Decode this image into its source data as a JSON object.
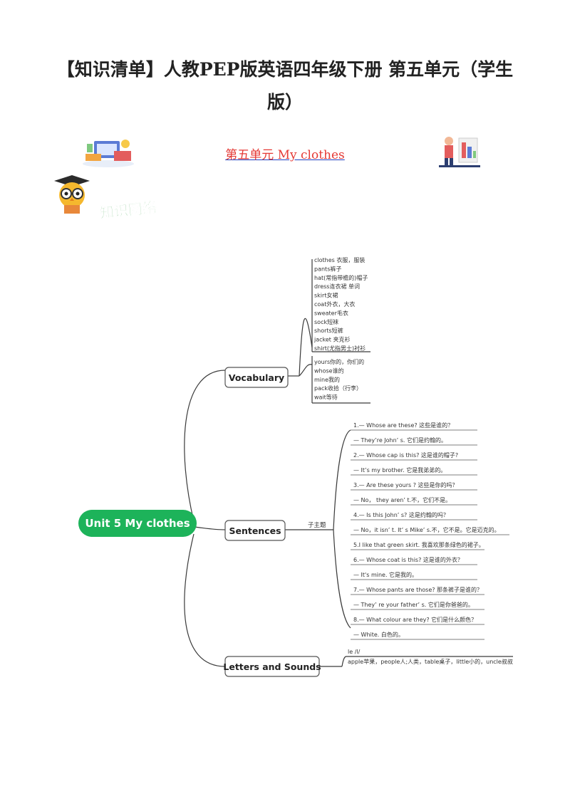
{
  "header": {
    "title_line1": "【知识清单】人教PEP版英语四年级下册 第五单元（学生",
    "title_line2": "版）",
    "subtitle": "第五单元  My  clothes",
    "badge_text": "知识网络"
  },
  "mindmap": {
    "root": "Unit 5 My clothes",
    "vocabulary": {
      "label": "Vocabulary",
      "group1": [
        "clothes 衣服，服装",
        "pants裤子",
        "hat(常指带檐的)帽子",
        "dress连衣裙 单词",
        "skirt女裙",
        "coat外衣，大衣",
        "sweater毛衣",
        "sock短袜",
        "shorts短裤",
        "jacket 夹克衫",
        "shirt(尤指男士)衬衫"
      ],
      "group2": [
        "yours你的，你们的",
        "whose谁的",
        "mine我的",
        "pack收拾（行李）",
        "wait等待"
      ]
    },
    "sentences": {
      "label": "Sentences",
      "sublabel": "子主题",
      "items": [
        "1.— Whose are these? 这些是谁的？",
        "— They’re John’ s. 它们是约翰的。",
        "2.— Whose cap is this? 这是谁的帽子?",
        "— It’s my brother. 它是我弟弟的。",
        "3.— Are these yours ? 这些是你的吗？",
        "— No， they aren’ t.不，它们不是。",
        "4.— Is this John’ s? 这是约翰的吗？",
        "— No，it isn’ t. It’ s Mike’ s.不，它不是。它是迈克的。",
        "5.I like that green skirt. 我喜欢那条绿色的裙子。",
        "6.— Whose coat is this? 这是谁的外衣？",
        "— It's mine. 它是我的。",
        "7.— Whose pants are those? 那条裤子是谁的？",
        "— They’ re your father’ s. 它们是你爸爸的。",
        "8.— What colour are they? 它们是什么颜色？",
        "— White. 白色的。"
      ]
    },
    "letters": {
      "label": "Letters and Sounds",
      "line1": "le /l/",
      "line2": "apple苹果，people人;人类，table桌子，little小的，uncle叔叔"
    }
  },
  "colors": {
    "root_green": "#1db35a",
    "title_red": "#e53935",
    "link_blue": "#1e3fbf",
    "line_dark": "#3a3a3a"
  }
}
